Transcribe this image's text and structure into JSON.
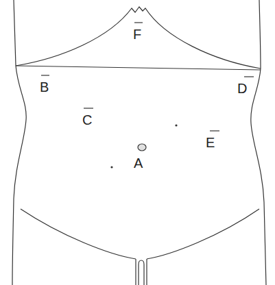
{
  "diagram": {
    "labels": [
      "F",
      "B",
      "D",
      "C",
      "E",
      "A"
    ]
  }
}
